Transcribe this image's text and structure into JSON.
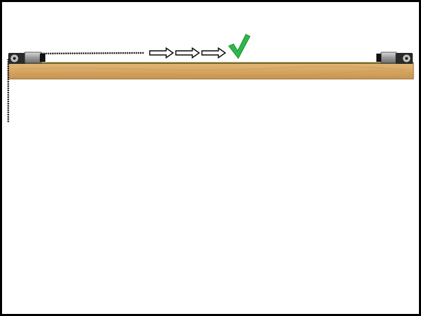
{
  "diagram": {
    "colors": {
      "frame": "#000000",
      "board": "#d6a763",
      "board_edge": "#9a6e35",
      "chain": "#111111",
      "arrow_fill": "#ffffff",
      "arrow_stroke": "#000000",
      "check": "#2db84a",
      "motor_body": "#8a8a8a",
      "motor_dark": "#1a1a1a"
    },
    "icons": {
      "left_unit": "motor-gear-unit",
      "right_unit": "motor-gear-unit",
      "arrows": "outline-right-arrow",
      "confirm": "checkmark"
    },
    "arrow_count": 3
  }
}
